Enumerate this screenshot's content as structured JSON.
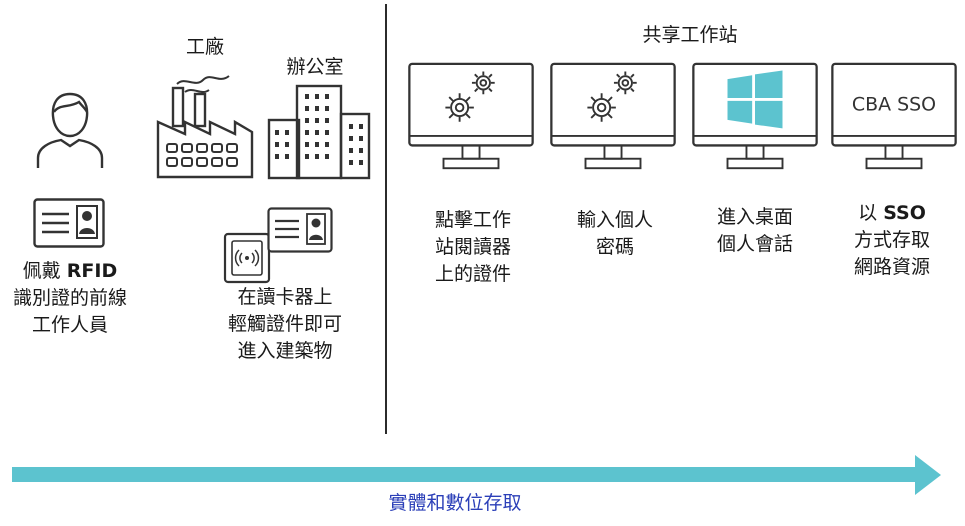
{
  "left": {
    "worker_line1_prefix": "佩戴 ",
    "worker_line1_bold": "RFID",
    "worker_line2": "識別證的前線",
    "worker_line3": "工作人員",
    "factory_label": "工廠",
    "office_label": "辦公室",
    "badge_line1": "在讀卡器上",
    "badge_line2": "輕觸證件即可",
    "badge_line3": "進入建築物"
  },
  "right": {
    "title": "共享工作站",
    "screen_text": "CBA SSO",
    "steps": [
      {
        "line1": "點擊工作",
        "line2": "站閱讀器",
        "line3": "上的證件"
      },
      {
        "line1": "輸入個人",
        "line2": "密碼"
      },
      {
        "line1": "進入桌面",
        "line2": "個人會話"
      },
      {
        "line1_prefix": "以 ",
        "line1_bold": "SSO",
        "line2": "方式存取",
        "line3": "網路資源"
      }
    ]
  },
  "footer": "實體和數位存取",
  "colors": {
    "accent": "#5cc3cf",
    "footer_text": "#2b3fb8",
    "line": "#333333"
  }
}
